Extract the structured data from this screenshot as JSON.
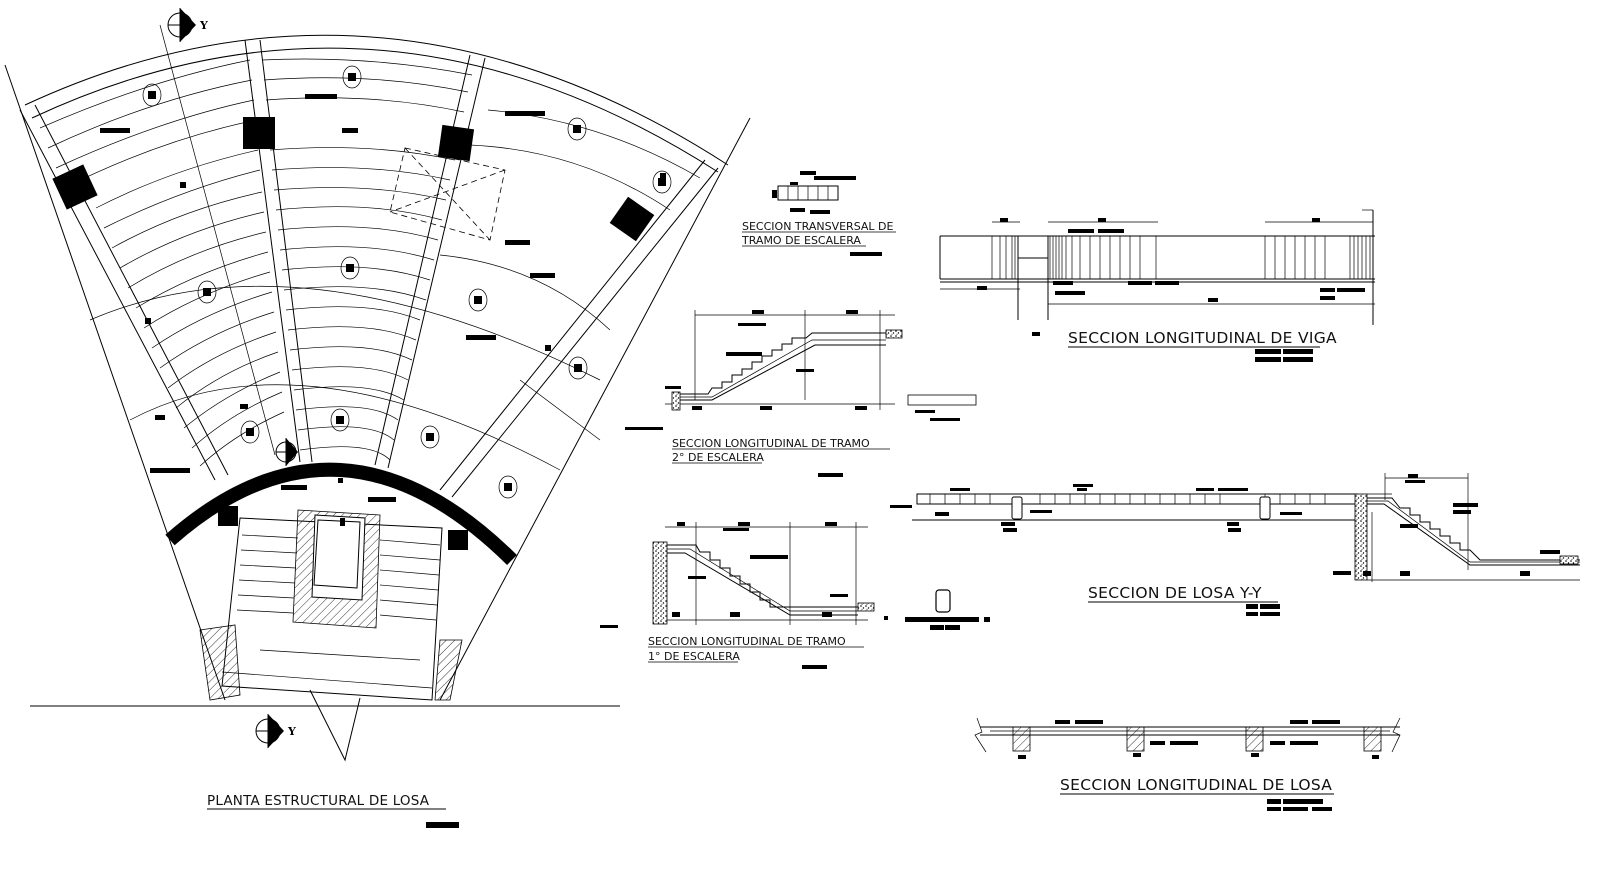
{
  "drawing": {
    "type": "structural-cad-sheet",
    "background": "#ffffff",
    "ink": "#000000",
    "axis_marker_label": "Y",
    "views": [
      {
        "id": "plan",
        "title": "PLANTA ESTRUCTURAL DE LOSA"
      },
      {
        "id": "stair-transverse",
        "title_line1": "SECCION TRANSVERSAL DE",
        "title_line2": "TRAMO DE ESCALERA"
      },
      {
        "id": "stair-2",
        "title_line1": "SECCION LONGITUDINAL DE TRAMO",
        "title_line2": "2° DE ESCALERA"
      },
      {
        "id": "stair-1",
        "title_line1": "SECCION LONGITUDINAL DE TRAMO",
        "title_line2": "1° DE ESCALERA"
      },
      {
        "id": "beam",
        "title": "SECCION LONGITUDINAL DE VIGA"
      },
      {
        "id": "slab-yy",
        "title": "SECCION DE LOSA Y-Y"
      },
      {
        "id": "slab-long",
        "title": "SECCION LONGITUDINAL DE LOSA"
      }
    ]
  }
}
